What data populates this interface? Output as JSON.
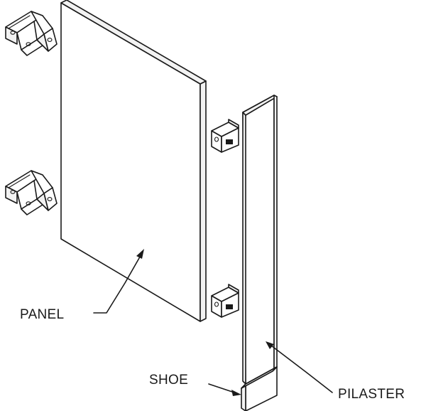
{
  "labels": {
    "panel": "PANEL",
    "shoe": "SHOE",
    "pilaster": "PILASTER"
  },
  "colors": {
    "line": "#1a1a1a",
    "background": "#ffffff"
  }
}
